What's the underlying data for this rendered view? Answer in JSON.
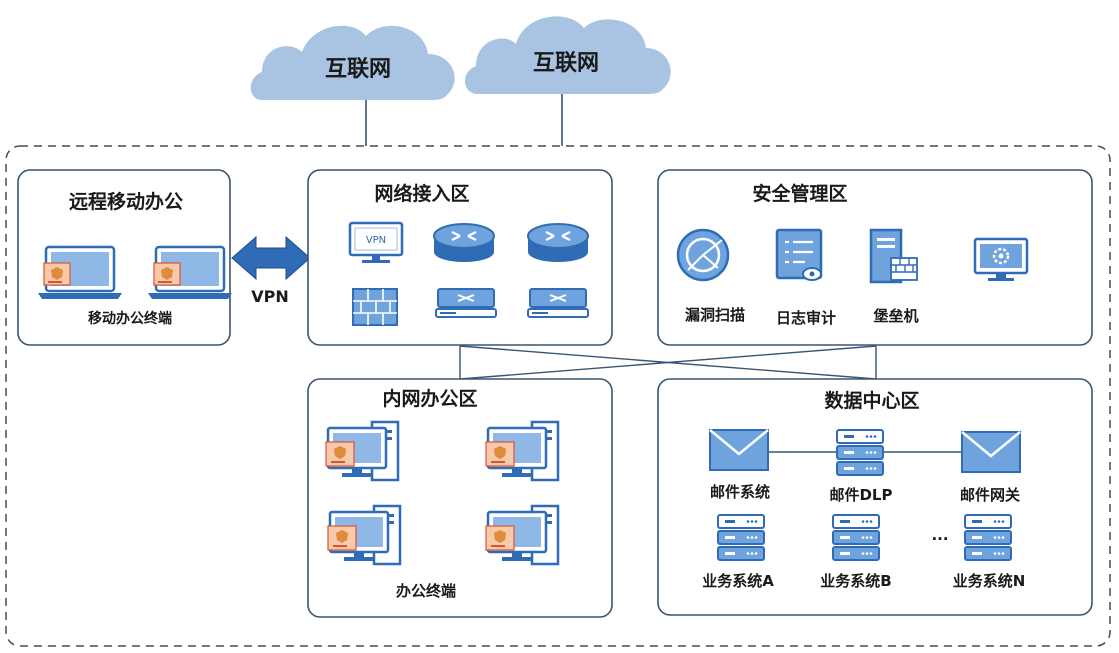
{
  "clouds": [
    "互联网",
    "互联网"
  ],
  "zones": {
    "remote": {
      "title": "远程移动办公",
      "caption": "移动办公终端"
    },
    "access": {
      "title": "网络接入区",
      "vpn_device_label": "VPN"
    },
    "security": {
      "title": "安全管理区",
      "items": [
        "漏洞扫描",
        "日志审计",
        "堡垒机"
      ]
    },
    "intranet": {
      "title": "内网办公区",
      "caption": "办公终端"
    },
    "datacenter": {
      "title": "数据中心区",
      "top": [
        "邮件系统",
        "邮件DLP",
        "邮件网关"
      ],
      "bottom": [
        "业务系统A",
        "业务系统B",
        "业务系统N"
      ],
      "ellipsis": "..."
    }
  },
  "link_label": "VPN",
  "colors": {
    "icon_blue": "#2f6cb5",
    "icon_fill": "#6fa3dd",
    "cloud": "#a9c3e2",
    "badge": "#f6c9a8",
    "badge_border": "#d9533a"
  }
}
